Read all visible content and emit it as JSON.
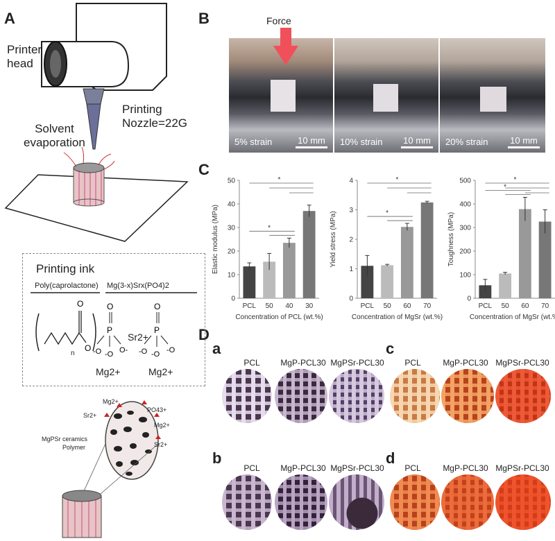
{
  "panels": {
    "a": "A",
    "b": "B",
    "c": "C",
    "d": "D"
  },
  "panel_a": {
    "printer_head": "Printer\nhead",
    "printing_nozzle": "Printing\nNozzle=22G",
    "solvent": "Solvent\nevaporation",
    "ink_title": "Printing ink",
    "pcl_label": "Poly(caprolactone)",
    "mgsr_label": "Mg(3-x)Srx(PO4)2",
    "mg1": "Mg2+",
    "sr": "Sr2+",
    "mg2": "Mg2+",
    "n": "n",
    "scaffold_labels": [
      "Mg2+",
      "Sr2+",
      "PO43+",
      "Mg2+",
      "Sr2+"
    ],
    "mgpsr_ceramics": "MgPSr ceramics",
    "polymer": "Polymer"
  },
  "panel_b": {
    "force": "Force",
    "frames": [
      {
        "strain": "5% strain",
        "scale": "10 mm"
      },
      {
        "strain": "10% strain",
        "scale": "10 mm"
      },
      {
        "strain": "20% strain",
        "scale": "10 mm"
      }
    ]
  },
  "chart_data": [
    {
      "type": "bar",
      "categories": [
        "PCL",
        "50",
        "40",
        "30"
      ],
      "values": [
        13.5,
        15.5,
        23.5,
        37
      ],
      "errors": [
        1.5,
        3.5,
        2,
        2.5
      ],
      "xlabel": "Concentration of PCL (wt.%)",
      "ylabel": "Elastic modulus (MPa)",
      "ylim": [
        0,
        50
      ],
      "yticks": [
        0,
        10,
        20,
        30,
        40,
        50
      ],
      "colors": [
        "#444444",
        "#bbbbbb",
        "#999999",
        "#777777"
      ],
      "significance": "*"
    },
    {
      "type": "bar",
      "categories": [
        "PCL",
        "50",
        "60",
        "70"
      ],
      "values": [
        1.1,
        1.12,
        2.42,
        3.25
      ],
      "errors": [
        0.35,
        0.03,
        0.12,
        0.04
      ],
      "xlabel": "Concentration of MgSr (wt.%)",
      "ylabel": "Yield stress (MPa)",
      "ylim": [
        0,
        4
      ],
      "yticks": [
        0,
        1,
        2,
        3,
        4
      ],
      "colors": [
        "#444444",
        "#bbbbbb",
        "#999999",
        "#777777"
      ],
      "significance": "*"
    },
    {
      "type": "bar",
      "categories": [
        "PCL",
        "50",
        "60",
        "70"
      ],
      "values": [
        55,
        105,
        378,
        325
      ],
      "errors": [
        25,
        5,
        50,
        50
      ],
      "xlabel": "Concentration of MgSr (wt.%)",
      "ylabel": "Toughness (MPa)",
      "ylim": [
        0,
        500
      ],
      "yticks": [
        0,
        100,
        200,
        300,
        400,
        500
      ],
      "colors": [
        "#444444",
        "#bbbbbb",
        "#999999",
        "#777777"
      ],
      "significance": "*"
    }
  ],
  "panel_d": {
    "sublabels": [
      "a",
      "b",
      "c",
      "d"
    ],
    "samples": [
      "PCL",
      "MgP-PCL30",
      "MgPSr-PCL30"
    ]
  }
}
